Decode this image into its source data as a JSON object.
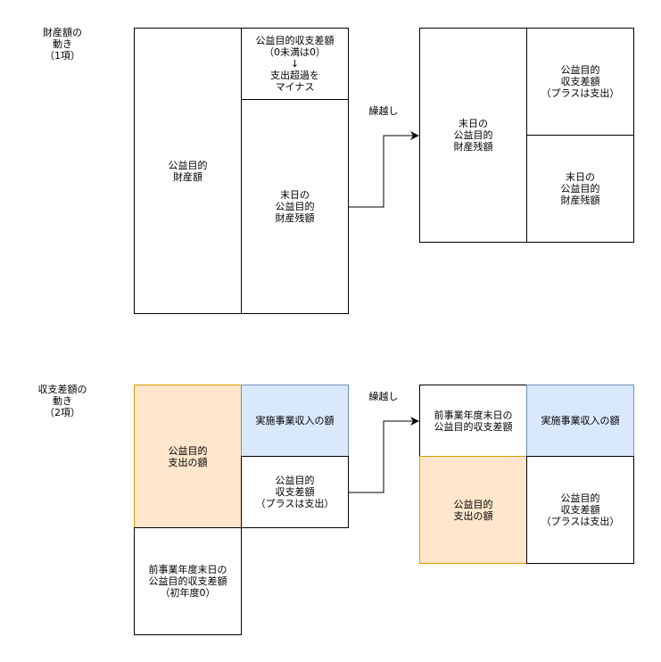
{
  "section1": {
    "title": "財産額の\n動き\n（1項）",
    "left_main": "公益目的\n財産額",
    "left_top_right": "公益目的収支差額\n（0未満は0）\n↓\n支出超過を\nマイナス",
    "left_bottom_right": "末日の\n公益目的\n財産残額",
    "carry_label": "繰越し",
    "right_main": "末日の\n公益目的\n財産残額",
    "right_top": "公益目的\n収支差額\n（プラスは支出）",
    "right_bottom": "末日の\n公益目的\n財産残額"
  },
  "section2": {
    "title": "収支差額の\n動き\n（2項）",
    "left_orange": "公益目的\n支出の額",
    "left_blue": "実施事業収入の額",
    "left_mid_right": "公益目的\n収支差額\n（プラスは支出）",
    "left_bottom": "前事業年度末日の\n公益目的収支差額\n（初年度0）",
    "carry_label": "繰越し",
    "right_top_left": "前事業年度末日の\n公益目的収支差額",
    "right_blue": "実施事業収入の額",
    "right_orange": "公益目的\n支出の額",
    "right_bottom_right": "公益目的\n収支差額\n（プラスは支出）"
  },
  "colors": {
    "orange_fill": "#ffe6cc",
    "orange_stroke": "#d79b00",
    "blue_fill": "#dae8fc",
    "blue_stroke": "#6c8ebf"
  }
}
